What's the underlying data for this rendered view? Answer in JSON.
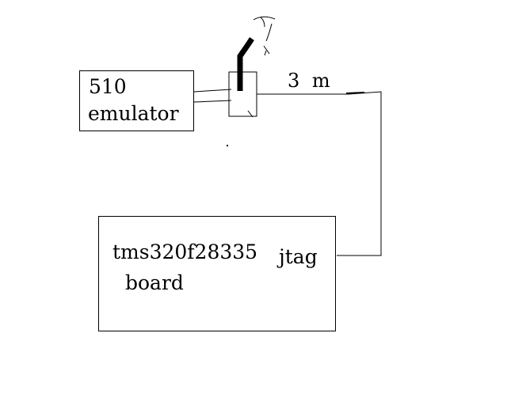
{
  "emulator_box": {
    "line1": "510",
    "line2": "emulator"
  },
  "cable": {
    "length_label": "3 m"
  },
  "board_box": {
    "line1": "tms320f28335",
    "line2": "board",
    "port_label": "jtag"
  },
  "colors": {
    "ink": "#000000",
    "background": "#ffffff"
  }
}
